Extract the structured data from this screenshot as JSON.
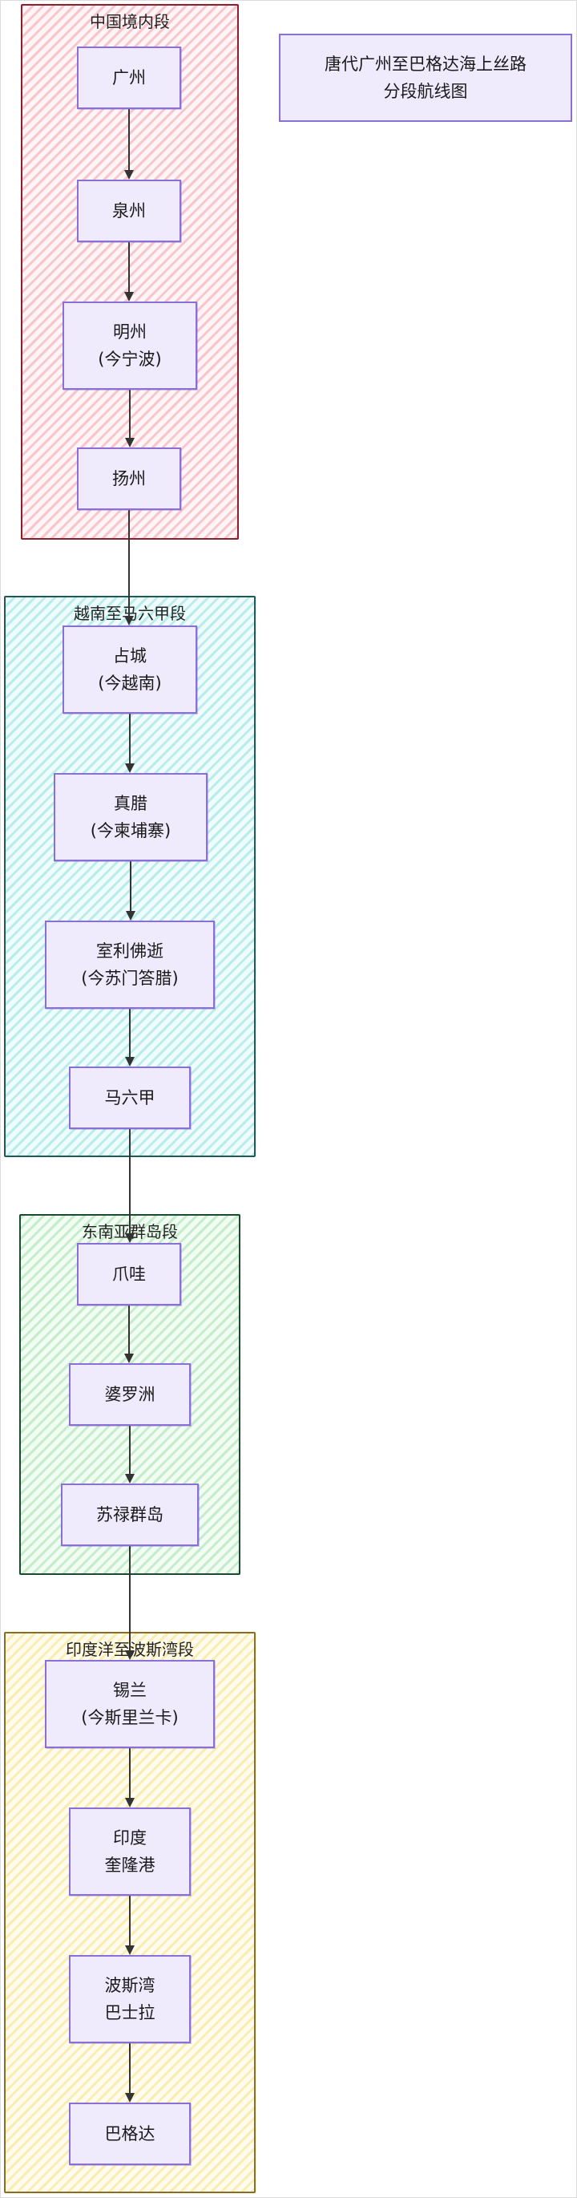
{
  "diagram": {
    "title": "唐代广州至巴格达海上丝路\n分段航线图",
    "groups": [
      {
        "id": "g1",
        "label": "中国境内段"
      },
      {
        "id": "g2",
        "label": "越南至马六甲段"
      },
      {
        "id": "g3",
        "label": "东南亚群岛段"
      },
      {
        "id": "g4",
        "label": "印度洋至波斯湾段"
      }
    ],
    "nodes": [
      {
        "id": "guangzhou",
        "label": "广州"
      },
      {
        "id": "quanzhou",
        "label": "泉州"
      },
      {
        "id": "mingzhou",
        "label": "明州\n(今宁波)"
      },
      {
        "id": "yangzhou",
        "label": "扬州"
      },
      {
        "id": "zhancheng",
        "label": "占城\n(今越南)"
      },
      {
        "id": "zhenla",
        "label": "真腊\n(今柬埔寨)"
      },
      {
        "id": "shilifoshi",
        "label": "室利佛逝\n(今苏门答腊)"
      },
      {
        "id": "maliujia",
        "label": "马六甲"
      },
      {
        "id": "zhuawa",
        "label": "爪哇"
      },
      {
        "id": "poluozhou",
        "label": "婆罗洲"
      },
      {
        "id": "sulu",
        "label": "苏禄群岛"
      },
      {
        "id": "xilan",
        "label": "锡兰\n(今斯里兰卡)"
      },
      {
        "id": "yindu",
        "label": "印度\n奎隆港"
      },
      {
        "id": "bosiwan",
        "label": "波斯湾\n巴士拉"
      },
      {
        "id": "bageda",
        "label": "巴格达"
      }
    ],
    "edges": [
      [
        "guangzhou",
        "quanzhou"
      ],
      [
        "quanzhou",
        "mingzhou"
      ],
      [
        "mingzhou",
        "yangzhou"
      ],
      [
        "yangzhou",
        "zhancheng"
      ],
      [
        "zhancheng",
        "zhenla"
      ],
      [
        "zhenla",
        "shilifoshi"
      ],
      [
        "shilifoshi",
        "maliujia"
      ],
      [
        "maliujia",
        "zhuawa"
      ],
      [
        "zhuawa",
        "poluozhou"
      ],
      [
        "poluozhou",
        "sulu"
      ],
      [
        "sulu",
        "xilan"
      ],
      [
        "xilan",
        "yindu"
      ],
      [
        "yindu",
        "bosiwan"
      ],
      [
        "bosiwan",
        "bageda"
      ]
    ]
  }
}
